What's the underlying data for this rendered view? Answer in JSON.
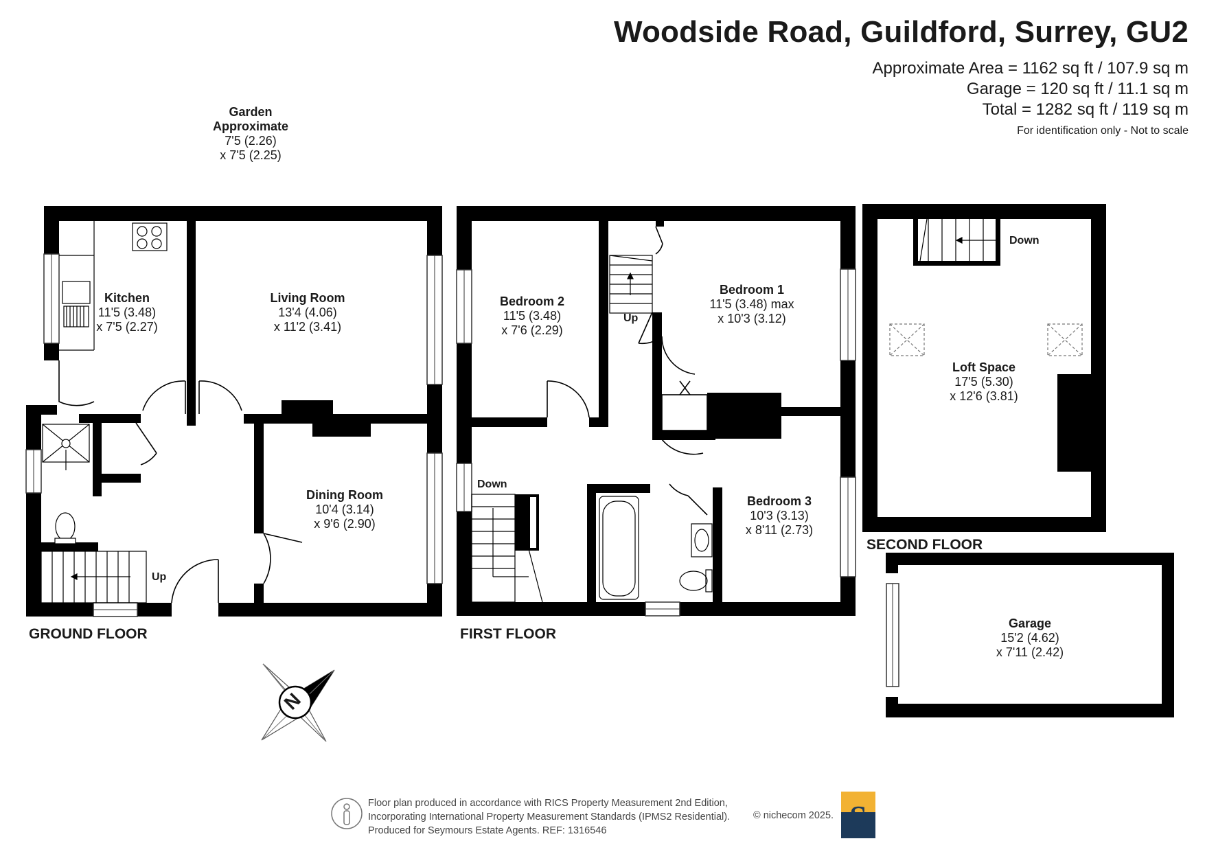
{
  "header": {
    "title": "Woodside Road, Guildford, Surrey, GU2",
    "area_total_house": "Approximate Area = 1162 sq ft / 107.9 sq m",
    "area_garage": "Garage = 120 sq ft / 11.1 sq m",
    "area_total": "Total = 1282 sq ft / 119 sq m",
    "disclaimer": "For identification only - Not to scale"
  },
  "garden": {
    "name": "Garden",
    "qualifier": "Approximate",
    "dim1": "7'5 (2.26)",
    "dim2": "x 7'5 (2.25)"
  },
  "rooms": {
    "kitchen": {
      "name": "Kitchen",
      "dim1": "11'5 (3.48)",
      "dim2": "x 7'5 (2.27)"
    },
    "living": {
      "name": "Living Room",
      "dim1": "13'4 (4.06)",
      "dim2": "x 11'2 (3.41)"
    },
    "dining": {
      "name": "Dining Room",
      "dim1": "10'4 (3.14)",
      "dim2": "x 9'6 (2.90)"
    },
    "bedroom2": {
      "name": "Bedroom 2",
      "dim1": "11'5 (3.48)",
      "dim2": "x 7'6 (2.29)"
    },
    "bedroom1": {
      "name": "Bedroom 1",
      "dim1": "11'5 (3.48) max",
      "dim2": "x 10'3 (3.12)"
    },
    "bedroom3": {
      "name": "Bedroom 3",
      "dim1": "10'3 (3.13)",
      "dim2": "x 8'11 (2.73)"
    },
    "loft": {
      "name": "Loft Space",
      "dim1": "17'5 (5.30)",
      "dim2": "x 12'6 (3.81)"
    },
    "garage": {
      "name": "Garage",
      "dim1": "15'2 (4.62)",
      "dim2": "x 7'11 (2.42)"
    }
  },
  "floors": {
    "ground": "GROUND FLOOR",
    "first": "FIRST FLOOR",
    "second": "SECOND FLOOR"
  },
  "stairs": {
    "ground_up": "Up",
    "first_up": "Up",
    "first_down": "Down",
    "loft_down": "Down"
  },
  "compass": {
    "letter": "N"
  },
  "footer": {
    "line1": "Floor plan produced in accordance with RICS Property Measurement 2nd Edition,",
    "line2": "Incorporating International Property Measurement Standards (IPMS2 Residential).",
    "line3": "Produced for Seymours Estate Agents.   REF: 1316546",
    "copyright": "© nichecom 2025.",
    "logo_letter": "S"
  },
  "colors": {
    "wall": "#000000",
    "logo_top": "#f2b233",
    "logo_bottom": "#1d3a5a"
  }
}
